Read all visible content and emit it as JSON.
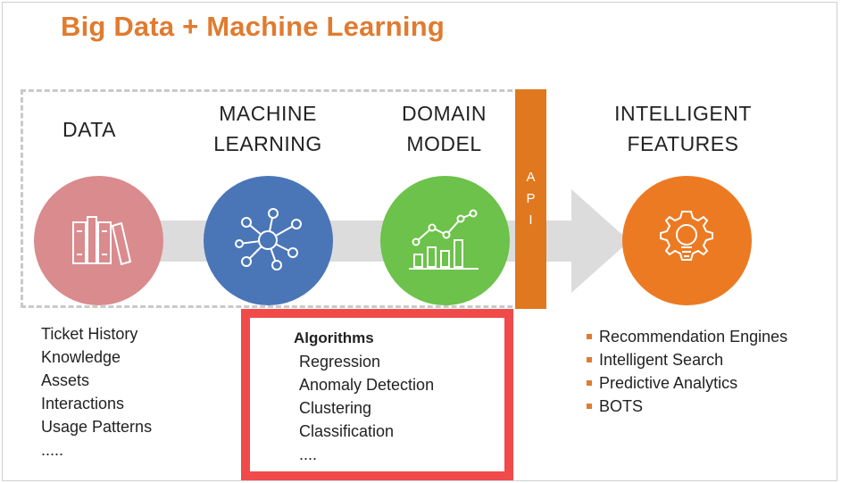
{
  "title": "Big Data + Machine Learning",
  "stages": {
    "data": {
      "label_lines": [
        "DATA"
      ],
      "icon": "books-icon"
    },
    "ml": {
      "label_lines": [
        "MACHINE",
        "LEARNING"
      ],
      "icon": "network-nodes-icon"
    },
    "domain": {
      "label_lines": [
        "DOMAIN",
        "MODEL"
      ],
      "icon": "growth-chart-icon"
    },
    "features": {
      "label_lines": [
        "INTELLIGENT",
        "FEATURES"
      ],
      "icon": "gear-bulb-icon"
    }
  },
  "api_label": [
    "A",
    "P",
    "I"
  ],
  "data_sources": [
    "Ticket History",
    "Knowledge",
    "Assets",
    "Interactions",
    "Usage Patterns",
    "....."
  ],
  "algorithms": {
    "heading": "Algorithms",
    "items": [
      "Regression",
      "Anomaly Detection",
      "Clustering",
      "Classification",
      "...."
    ]
  },
  "features_list": [
    "Recommendation Engines",
    "Intelligent Search",
    "Predictive Analytics",
    "BOTS"
  ],
  "colors": {
    "title": "#e07b2f",
    "data_circle": "#d98b8e",
    "ml_circle": "#4a76b8",
    "domain_circle": "#6cc24a",
    "features_circle": "#ec7a22",
    "api_bar": "#e0781f",
    "highlight_box": "#f04a4a",
    "flow_arrow": "#dcdcdc"
  }
}
